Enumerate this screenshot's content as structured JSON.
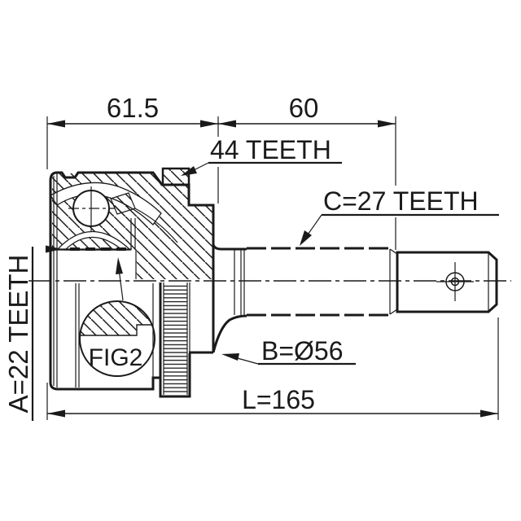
{
  "drawing": {
    "figure_label": "FIG2",
    "dimensions": {
      "outer_section_width": "61.5",
      "shaft_section_width": "60",
      "overall_length": "L=165",
      "body_diameter": "B=Ø56"
    },
    "splines": {
      "abs_ring_teeth": "44 TEETH",
      "outer_shaft_spline": "C=27 TEETH",
      "inner_race_spline": "A=22 TEETH"
    },
    "colors": {
      "ink": "#1a1a1a",
      "paper": "#ffffff"
    }
  }
}
